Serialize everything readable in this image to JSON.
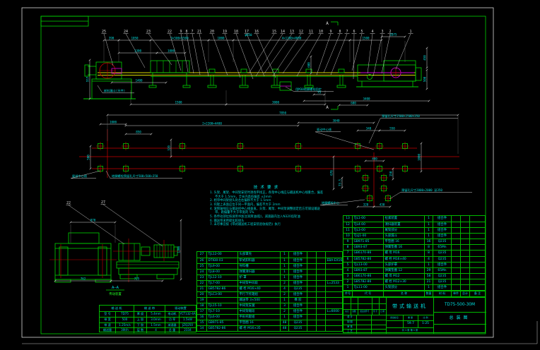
{
  "drawing": {
    "elevation": {
      "balloons_left": [
        "25",
        "24",
        "23",
        "22",
        "9",
        "8",
        "7",
        "21",
        "20",
        "19",
        "18",
        "17",
        "16"
      ],
      "balloons_right": [
        "15",
        "14",
        "13",
        "12",
        "11",
        "10",
        "9",
        "8",
        "7",
        "6",
        "5",
        "4",
        "3",
        "2",
        "1"
      ],
      "dims_h": [
        "390",
        "1050",
        "3×500=1500",
        "1000",
        "4×1200=4800",
        "1500",
        "1075",
        "1300",
        "1000",
        "1400",
        "1500",
        "3000",
        "3400",
        "600",
        "75",
        "φ650"
      ],
      "dims_v": [
        "557",
        "600",
        "450",
        "500"
      ],
      "labels": [
        "卸料漏斗(另件)",
        "用M30地脚螺栓固定"
      ],
      "section_mark": "A"
    },
    "plan": {
      "dims_h": [
        "7850",
        "2×2200=4400",
        "1000",
        "850",
        "3040",
        "340",
        "550",
        "400",
        "328",
        "430"
      ],
      "dims_v": [
        "500",
        "320",
        "1000",
        "678",
        "150",
        "73.5"
      ],
      "labels": [
        "尾部中心线",
        "地脚螺栓预留孔尺寸500×500×350",
        "预留孔尺寸2500×2500×350",
        "驱动中心线",
        "预留孔尺寸2000×2000 深350",
        "地脚螺栓中心"
      ]
    },
    "section": {
      "title": "A—A",
      "subtitle": "传动装置",
      "balloons": [
        "22",
        "27"
      ],
      "dims_h": [
        "870",
        "762",
        "725"
      ],
      "dims_v": [
        "1200"
      ]
    }
  },
  "notes": {
    "title": "技术要求",
    "items": [
      "1. 头架、尾架、中间架安装时须找平找正，各架中心线应与输送机中心线重合，偏差不大于 1.5mm，全长内高低偏差 ±2mm",
      "2. 相邻中间架接头处左右偏移不大于 1.5mm",
      "3. 托辊上表面应位于同一平面内，偏差不大于 2mm",
      "4. 滚筒轴线应与输送机中心线垂直，头架、尾架、中间架调整固定后方可铺设输送带，跑偏量不大于带宽的 5%",
      "5. 各传动部位按说明书加注润滑油(脂)，减速器内注入N320齿轮油",
      "6. 输送带采用硫化胶接头",
      "7. 未尽事宜按《带式输送机工程安装验收规范》执行"
    ]
  },
  "bom_right": {
    "headers": [
      "件号",
      "代   号",
      "名    称",
      "数量",
      "材 料",
      "单件",
      "总计",
      "备 注"
    ],
    "rows": [
      [
        "13",
        "TJL1-00",
        "拉紧装置",
        "1",
        "组合件",
        "",
        "",
        ""
      ],
      [
        "12",
        "TJL4-00",
        "清扫器装置",
        "1",
        "组合件",
        "",
        "",
        ""
      ],
      [
        "11",
        "TJL3-00",
        "尾架部分",
        "1",
        "组合件",
        "",
        "",
        ""
      ],
      [
        "10",
        "TJLJ1-00",
        "头部漏斗",
        "1",
        "组合件",
        "",
        "",
        ""
      ],
      [
        "9",
        "GB971-85",
        "平垫圈 16",
        "16",
        "Q235",
        "",
        "",
        ""
      ],
      [
        "8",
        "GB93-87",
        "弹簧垫圈 16",
        "8",
        "65Mn",
        "",
        "",
        ""
      ],
      [
        "7",
        "GB6170-86",
        "螺 母 M16",
        "8",
        "Q235",
        "",
        "",
        ""
      ],
      [
        "6",
        "GB5782-86",
        "螺 栓 M16×40",
        "4",
        "Q235",
        "",
        "",
        ""
      ],
      [
        "5",
        "TJL13-00",
        "头部护罩",
        "1",
        "组合件",
        "",
        "",
        ""
      ],
      [
        "4",
        "GB93-87",
        "弹簧垫圈 12",
        "29",
        "65Mn",
        "",
        "",
        ""
      ],
      [
        "3",
        "GB6170-86",
        "螺 母 M12",
        "58",
        "Q235",
        "",
        "",
        ""
      ],
      [
        "2",
        "GB5782-86",
        "螺 栓 M12×30",
        "21",
        "Q235",
        "",
        "",
        ""
      ],
      [
        "1",
        "TJL11-00",
        "头架部分",
        "1",
        "组合件",
        "",
        "",
        ""
      ]
    ]
  },
  "bom_left": {
    "rows": [
      [
        "27",
        "TJL12-00",
        "头部罩壳",
        "1",
        "组合件",
        "",
        "",
        ""
      ],
      [
        "26",
        "DTⅡ30-03",
        "犁式卸料器",
        "1",
        "组合件",
        "",
        "",
        "EBA-EX16"
      ],
      [
        "25",
        "TJL9-00",
        "导料槽",
        "1",
        "组合件",
        "",
        "",
        ""
      ],
      [
        "24",
        "TJL8-00",
        "弹簧清扫器",
        "1",
        "组合件",
        "",
        "",
        ""
      ],
      [
        "23",
        "TJL12-10",
        "护 罩",
        "1",
        "组合件",
        "",
        "",
        ""
      ],
      [
        "22",
        "TJL7-00",
        "中间架中间段",
        "2",
        "组合件",
        "",
        "",
        "L=2533"
      ],
      [
        "21",
        "GB5782-86",
        "螺 栓 M16×40",
        "4",
        "Q235",
        "",
        "",
        ""
      ],
      [
        "20",
        "TJLC3-00",
        "平行下托辊组",
        "2",
        "组合件",
        "",
        "",
        ""
      ],
      [
        "19",
        "",
        "输送带 3×500",
        "1",
        "橡 胶",
        "",
        "",
        ""
      ],
      [
        "18",
        "TJL15-10",
        "中间架支腿",
        "3",
        "组合件",
        "",
        "",
        ""
      ],
      [
        "17",
        "TJL7-10",
        "中间架端段",
        "2",
        "组合件",
        "",
        "",
        "L=6000"
      ],
      [
        "16",
        "TJL6-00",
        "平形托辊组",
        "1",
        "组合件",
        "",
        "",
        ""
      ],
      [
        "15",
        "GB971-85",
        "平垫圈 16",
        "48",
        "Q235",
        "",
        "",
        ""
      ],
      [
        "14",
        "GB5782-86",
        "螺 栓 M16×35",
        "48",
        "Q235",
        "",
        "",
        ""
      ]
    ]
  },
  "params": {
    "groups": [
      "输 送 机",
      "输 送 带",
      "驱动装置"
    ],
    "rows": [
      [
        "型 号",
        "TD75",
        "厚 度",
        "5.4mm",
        "电动机",
        "YCT132-4A"
      ],
      [
        "带 宽",
        "500",
        "上 胶",
        "3.0mm",
        "功 率",
        "1.5kW"
      ],
      [
        "带 速",
        "1.25m/s",
        "下 胶",
        "1.5mm",
        "减速器",
        "JZQ250"
      ],
      [
        "输送量",
        "30t/h",
        "层 数",
        "4",
        "总 重",
        "2334"
      ]
    ]
  },
  "title_block": {
    "title": "带式输送机",
    "code": "TD75-500-30M",
    "sheet": "总装图",
    "weight": "59.7",
    "scale": "1:25",
    "sheets": "共 1 张  第 1 张",
    "stage_label": "阶段标记",
    "weight_label": "重 量",
    "scale_label": "比 例",
    "sig_labels": [
      "设 计",
      "制 图",
      "审 核",
      "工 艺"
    ],
    "rev_labels": [
      "标记",
      "处数",
      "更改文件号",
      "签 字",
      "日 期"
    ]
  }
}
